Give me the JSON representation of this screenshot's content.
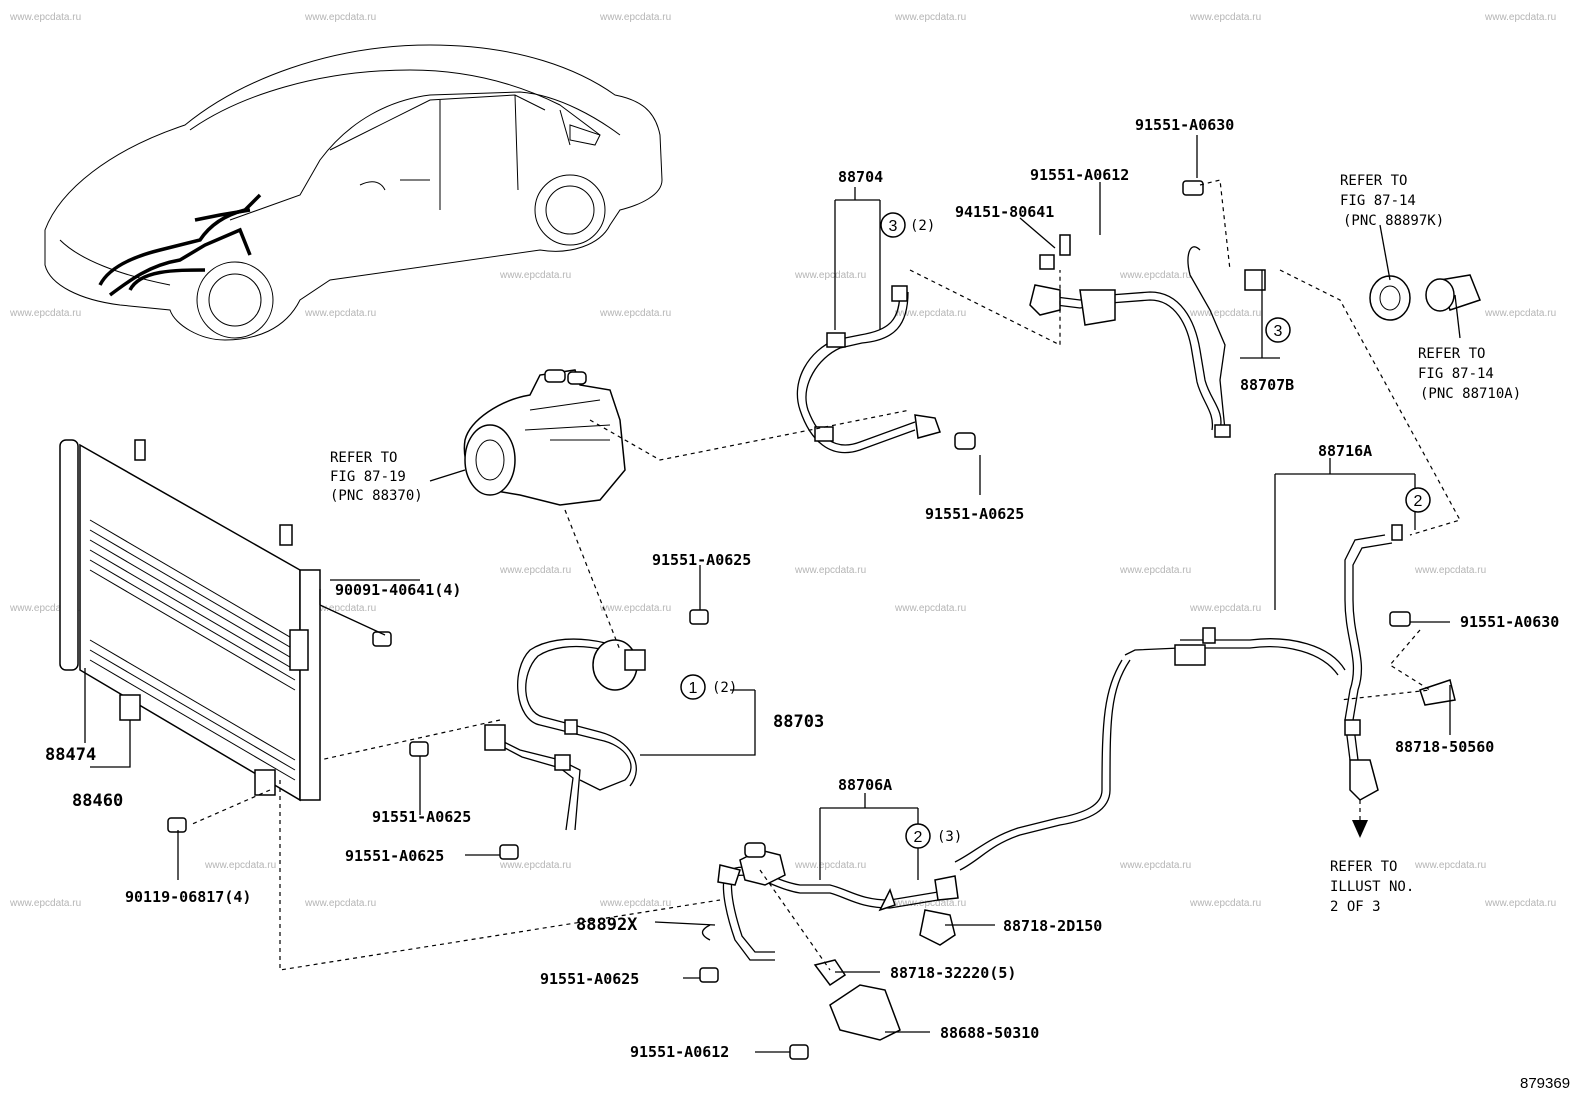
{
  "watermark": "www.epcdata.ru",
  "figure_number": "879369",
  "parts": {
    "p88704": "88704",
    "p91551_A0630_top": "91551-A0630",
    "p91551_A0612_top": "91551-A0612",
    "p94151_80641": "94151-80641",
    "p88707B": "88707B",
    "p91551_A0625_a": "91551-A0625",
    "p88716A": "88716A",
    "p91551_A0630_right": "91551-A0630",
    "p88718_50560": "88718-50560",
    "p91551_A0625_b": "91551-A0625",
    "p90091_40641": "90091-40641(4)",
    "p88703": "88703",
    "p88474": "88474",
    "p88460": "88460",
    "p91551_A0625_c": "91551-A0625",
    "p91551_A0625_d": "91551-A0625",
    "p90119_06817": "90119-06817(4)",
    "p88706A": "88706A",
    "p88718_2D150": "88718-2D150",
    "p88892X": "88892X",
    "p91551_A0625_e": "91551-A0625",
    "p88718_32220": "88718-32220(5)",
    "p88688_50310": "88688-50310",
    "p91551_A0612_bot": "91551-A0612"
  },
  "circled": {
    "c3_a": "3",
    "c3_a_qty": "(2)",
    "c3_b": "3",
    "c2_a": "2",
    "c1": "1",
    "c1_qty": "(2)",
    "c2_b": "2",
    "c2_b_qty": "(3)"
  },
  "refs": {
    "r1_l1": "REFER TO",
    "r1_l2": "FIG 87-19",
    "r1_l3": "(PNC 88370)",
    "r2_l1": "REFER TO",
    "r2_l2": "FIG 87-14",
    "r2_l3": "(PNC 88897K)",
    "r3_l1": "REFER TO",
    "r3_l2": "FIG 87-14",
    "r3_l3": "(PNC 88710A)",
    "r4_l1": "REFER TO",
    "r4_l2": "ILLUST NO.",
    "r4_l3": "2 OF 3"
  }
}
